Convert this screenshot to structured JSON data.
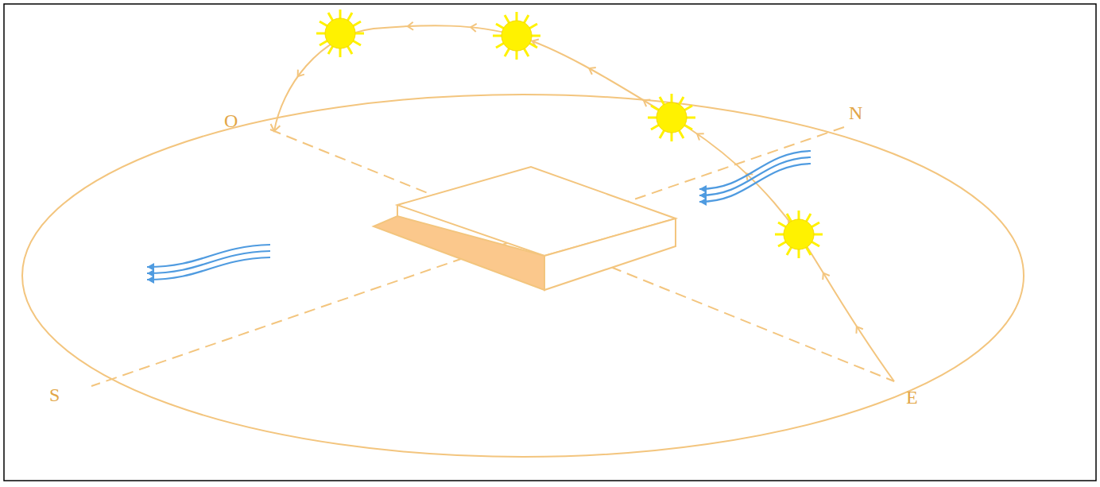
{
  "diagram": {
    "labels": [
      "O",
      "N",
      "S",
      "E"
    ]
  }
}
